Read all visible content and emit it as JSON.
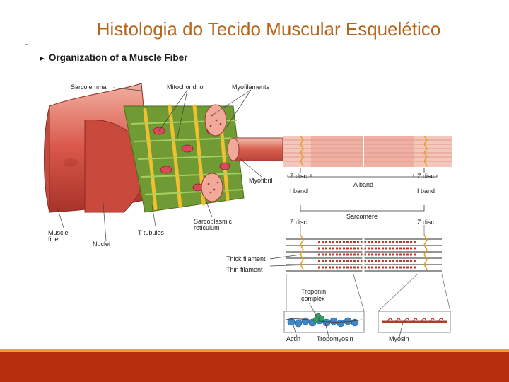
{
  "slide": {
    "title": "Histologia do Tecido Muscular Esquelético"
  },
  "figure": {
    "heading_arrow": "►",
    "heading": "Organization of a Muscle Fiber",
    "labels": {
      "sarcolemma": "Sarcolemma",
      "mitochondrion": "Mitochondrion",
      "myofilaments": "Myofilaments",
      "myofibril": "Myofibril",
      "sarcoplasmic_reticulum_1": "Sarcoplasmic",
      "sarcoplasmic_reticulum_2": "reticulum",
      "muscle_fiber_1": "Muscle",
      "muscle_fiber_2": "fiber",
      "t_tubules": "T tubules",
      "nuclei": "Nuclei",
      "z_disc_top_left": "Z disc",
      "z_disc_top_right": "Z disc",
      "i_band_left": "I band",
      "a_band": "A band",
      "i_band_right": "I band",
      "sarcomere": "Sarcomere",
      "z_disc_bottom_left": "Z disc",
      "z_disc_bottom_right": "Z disc",
      "thick_filament": "Thick filament",
      "thin_filament": "Thin filament",
      "troponin_complex_1": "Troponin",
      "troponin_complex_2": "complex",
      "actin": "Actin",
      "tropomyosin": "Tropomyosin",
      "myosin": "Myosin"
    }
  },
  "colors": {
    "title": "#b5661a",
    "muscle": "#d9574a",
    "muscle_light": "#f0a89a",
    "reticulum": "#7aa83a",
    "tubule": "#e8b020",
    "footer": "#b52e0d",
    "footer_accent": "#e8a21c"
  }
}
